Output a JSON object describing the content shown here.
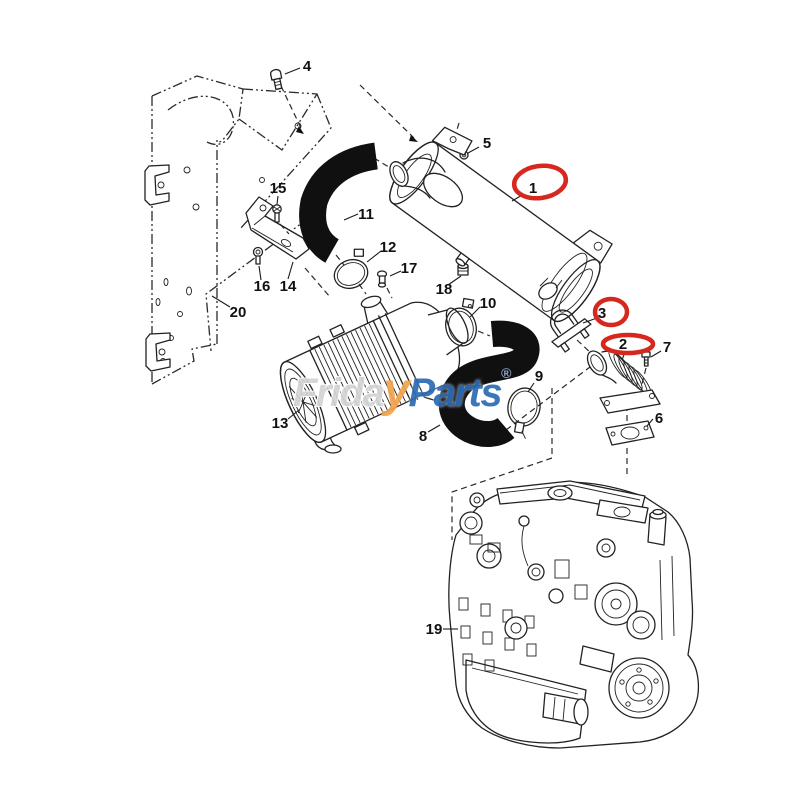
{
  "colors": {
    "highlight_red": "#d6281e",
    "line": "#222222",
    "hose_black": "#101010",
    "watermark_gray": "#d4d4d4",
    "watermark_orange": "#f2a34e",
    "watermark_blue": "#2d6cb5",
    "background": "#ffffff"
  },
  "watermark": {
    "text_gray": "Frida",
    "text_check": "y",
    "text_blue": "Parts",
    "registered_mark": "®"
  },
  "callouts": {
    "c1": {
      "label": "1",
      "highlighted": true
    },
    "c2": {
      "label": "2",
      "highlighted": true
    },
    "c3": {
      "label": "3",
      "highlighted": true
    },
    "c4": {
      "label": "4",
      "highlighted": false
    },
    "c5": {
      "label": "5",
      "highlighted": false
    },
    "c6": {
      "label": "6",
      "highlighted": false
    },
    "c7": {
      "label": "7",
      "highlighted": false
    },
    "c8": {
      "label": "8",
      "highlighted": false
    },
    "c9": {
      "label": "9",
      "highlighted": false
    },
    "c10": {
      "label": "10",
      "highlighted": false
    },
    "c11": {
      "label": "11",
      "highlighted": false
    },
    "c12": {
      "label": "12",
      "highlighted": false
    },
    "c13": {
      "label": "13",
      "highlighted": false
    },
    "c14": {
      "label": "14",
      "highlighted": false
    },
    "c15": {
      "label": "15",
      "highlighted": false
    },
    "c16": {
      "label": "16",
      "highlighted": false
    },
    "c17": {
      "label": "17",
      "highlighted": false
    },
    "c18": {
      "label": "18",
      "highlighted": false
    },
    "c19": {
      "label": "19",
      "highlighted": false
    },
    "c20": {
      "label": "20",
      "highlighted": false
    }
  }
}
